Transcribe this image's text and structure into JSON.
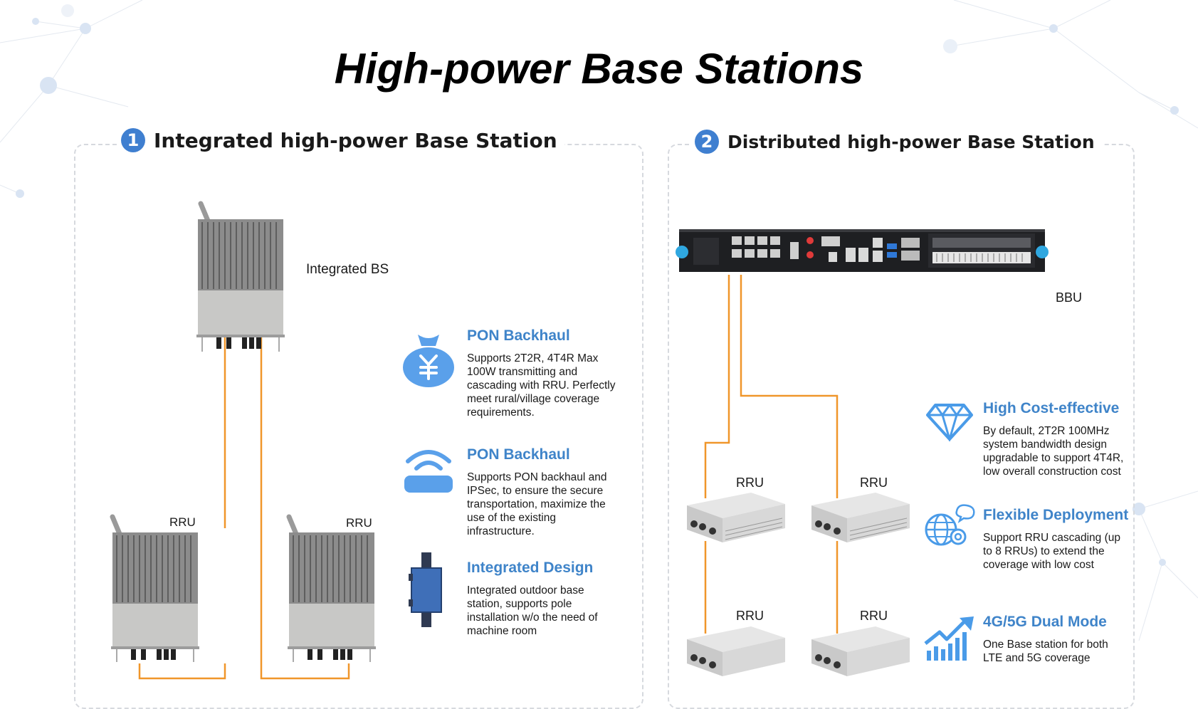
{
  "title": "High-power Base Stations",
  "left_section": {
    "number": "1",
    "title": "Integrated high-power Base Station",
    "labels": {
      "integrated_bs": "Integrated BS",
      "rru_1": "RRU",
      "rru_2": "RRU"
    },
    "features": [
      {
        "icon": "money-bag-icon",
        "title": "PON Backhaul",
        "desc": "Supports 2T2R, 4T4R Max 100W transmitting and cascading with RRU. Perfectly meet rural/village coverage requirements."
      },
      {
        "icon": "wifi-router-icon",
        "title": "PON Backhaul",
        "desc": "Supports PON backhaul and IPSec, to ensure the secure transportation, maximize the use of the existing infrastructure."
      },
      {
        "icon": "pole-mount-icon",
        "title": "Integrated Design",
        "desc": "Integrated outdoor base station, supports pole installation w/o the need of machine room"
      }
    ]
  },
  "right_section": {
    "number": "2",
    "title": "Distributed high-power Base Station",
    "labels": {
      "bbu": "BBU",
      "rru_1": "RRU",
      "rru_2": "RRU",
      "rru_3": "RRU",
      "rru_4": "RRU"
    },
    "features": [
      {
        "icon": "diamond-icon",
        "title": "High Cost-effective",
        "desc": "By default, 2T2R 100MHz system bandwidth design upgradable to support 4T4R, low overall construction cost"
      },
      {
        "icon": "globe-gear-icon",
        "title": "Flexible Deployment",
        "desc": "Support RRU cascading (up to 8 RRUs) to extend the coverage with low cost"
      },
      {
        "icon": "growth-chart-icon",
        "title": "4G/5G Dual Mode",
        "desc": "One Base station for both LTE and 5G coverage"
      }
    ]
  },
  "colors": {
    "accent": "#3f84c9",
    "fiber": "#f0962a",
    "panel_border": "#d6d9de"
  }
}
